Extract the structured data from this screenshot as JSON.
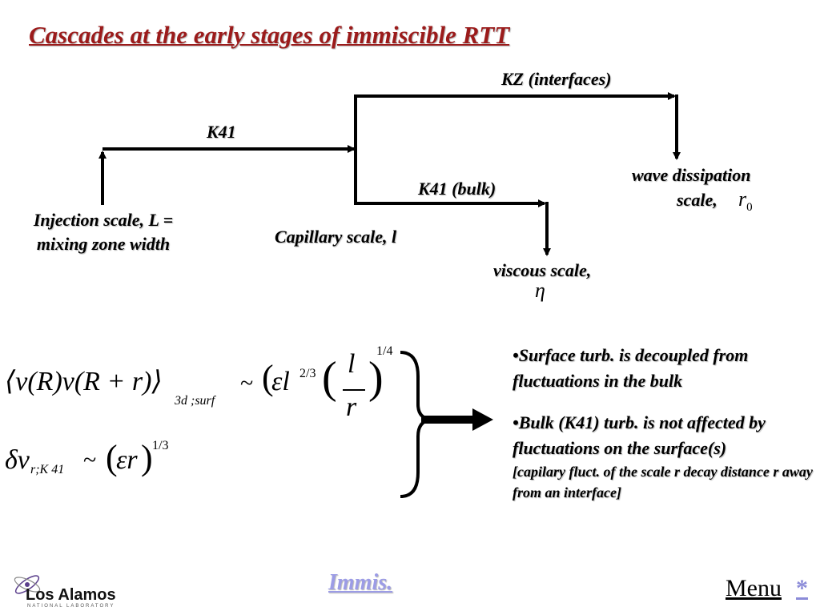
{
  "title": "Cascades at the early stages of immiscible RTT",
  "diagram": {
    "k41_label": "K41",
    "kz_label": "KZ (interfaces)",
    "k41_bulk_label": "K41 (bulk)",
    "injection_line1": "Injection scale, L =",
    "injection_line2": "mixing zone width",
    "capillary_label": "Capillary scale, l",
    "viscous_label": "viscous scale,",
    "viscous_symbol": "η",
    "wave_line1": "wave dissipation",
    "wave_line2": "scale,",
    "wave_symbol": "r",
    "wave_subscript": "0"
  },
  "equations": {
    "eq1": {
      "lhs": "⟨v(R)v(R + r)⟩",
      "subscript": "3d ;surf",
      "tilde": "~",
      "rhs_eps": "εl",
      "rhs_exp": "2/3",
      "frac_num": "l",
      "frac_den": "r",
      "outer_exp": "1/4"
    },
    "eq2": {
      "lhs": "δv",
      "subscript": "r;K 41",
      "tilde": "~",
      "rhs": "εr",
      "exp": "1/3"
    }
  },
  "bullets": {
    "b1": "•Surface turb. is decoupled from fluctuations in the bulk",
    "b2": "•Bulk (K41) turb. is not affected by fluctuations on the surface(s)",
    "note": "[capilary fluct. of the scale r decay distance r away from an interface]"
  },
  "footer": {
    "link": "Immis.",
    "menu": "Menu",
    "star": "*",
    "logo_main": "Los Alamos",
    "logo_sub": "NATIONAL LABORATORY"
  }
}
